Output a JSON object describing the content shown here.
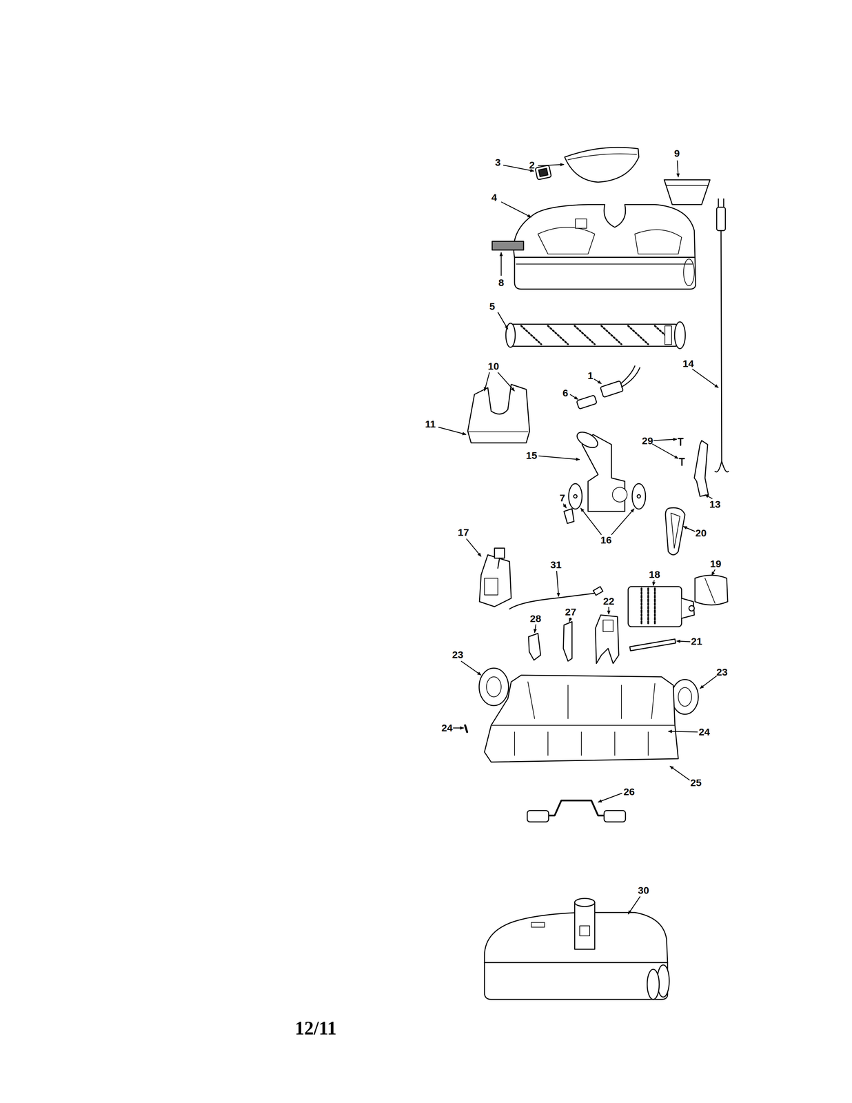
{
  "diagram": {
    "labels": [
      "9",
      "3",
      "2",
      "4",
      "8",
      "5",
      "10",
      "1",
      "14",
      "6",
      "11",
      "29",
      "15",
      "13",
      "7",
      "16",
      "20",
      "17",
      "31",
      "18",
      "19",
      "22",
      "28",
      "27",
      "23",
      "23",
      "21",
      "24",
      "24",
      "25",
      "26",
      "30",
      "12/11"
    ]
  }
}
